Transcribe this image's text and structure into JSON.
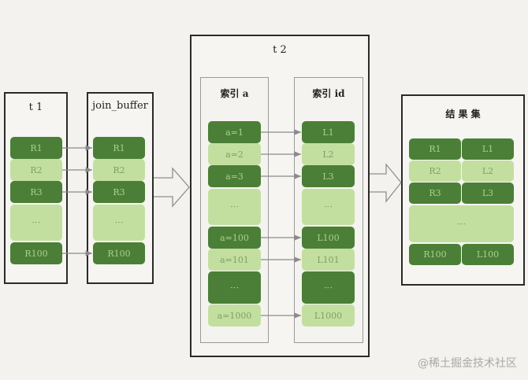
{
  "t1": {
    "title": "t 1",
    "rows": [
      "R1",
      "R2",
      "R3",
      "⋮",
      "R100"
    ]
  },
  "join_buffer": {
    "title": "join_buffer",
    "rows": [
      "R1",
      "R2",
      "R3",
      "⋮",
      "R100"
    ]
  },
  "t2": {
    "title": "t 2",
    "index_a": {
      "title": "索引 a",
      "rows": [
        "a=1",
        "a=2",
        "a=3",
        "⋮",
        "a=100",
        "a=101",
        "⋮",
        "a=1000"
      ]
    },
    "index_id": {
      "title": "索引 id",
      "rows": [
        "L1",
        "L2",
        "L3",
        "⋮",
        "L100",
        "L101",
        "⋮",
        "L1000"
      ]
    }
  },
  "result_set": {
    "title": "结 果 集",
    "rows": [
      [
        "R1",
        "L1"
      ],
      [
        "R2",
        "L2"
      ],
      [
        "R3",
        "L3"
      ],
      [
        "⋮",
        ""
      ],
      [
        "R100",
        "L100"
      ]
    ]
  },
  "watermark": "@稀土掘金技术社区",
  "colors": {
    "dark_cell": "#4b7f37",
    "light_cell": "#c3dfa0",
    "background": "#f3f2ee"
  }
}
